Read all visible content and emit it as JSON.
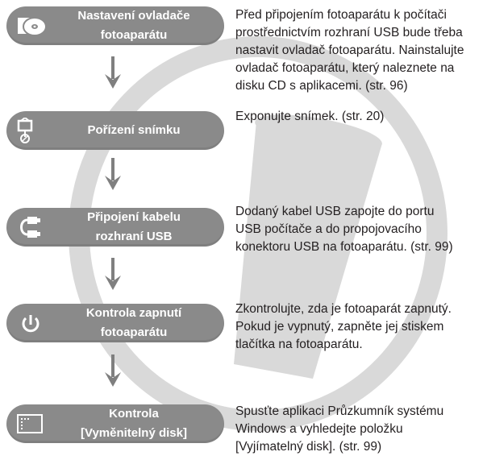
{
  "colors": {
    "step_box": "#8a8a8a",
    "arrow": "#7f7f7f",
    "background_ring": "#d7d7d7",
    "text": "#231f20"
  },
  "steps": [
    {
      "icon": "cd-disc-icon",
      "label_lines": [
        "Nastavení ovladače",
        "fotoaparátu"
      ],
      "description_lines": [
        "Před připojením fotoaparátu k počítači",
        "prostřednictvím rozhraní USB bude třeba",
        "nastavit ovladač fotoaparátu. Nainstalujte",
        "ovladač fotoaparátu, který naleznete na",
        "disku CD s aplikacemi. (str. 96)"
      ]
    },
    {
      "icon": "camera-shooting-icon",
      "label_lines": [
        "Pořízení snímku"
      ],
      "description_lines": [
        "Exponujte snímek. (str. 20)"
      ]
    },
    {
      "icon": "usb-cable-icon",
      "label_lines": [
        "Připojení kabelu",
        "rozhraní USB"
      ],
      "description_lines": [
        "Dodaný kabel USB zapojte do portu",
        "USB počítače a do propojovacího",
        "konektoru USB na fotoaparátu. (str. 99)"
      ]
    },
    {
      "icon": "power-icon",
      "label_lines": [
        "Kontrola zapnutí",
        "fotoaparátu"
      ],
      "description_lines": [
        "Zkontrolujte, zda je fotoaparát zapnutý.",
        "Pokud je vypnutý, zapněte jej stiskem",
        "tlačítka na fotoaparátu."
      ]
    },
    {
      "icon": "removable-disk-icon",
      "label_lines": [
        "Kontrola",
        "[Vyměnitelný disk]"
      ],
      "description_lines": [
        "Spusťte aplikaci Průzkumník systému",
        "Windows a vyhledejte položku",
        "[Vyjímatelný disk]. (str. 99)"
      ]
    }
  ]
}
